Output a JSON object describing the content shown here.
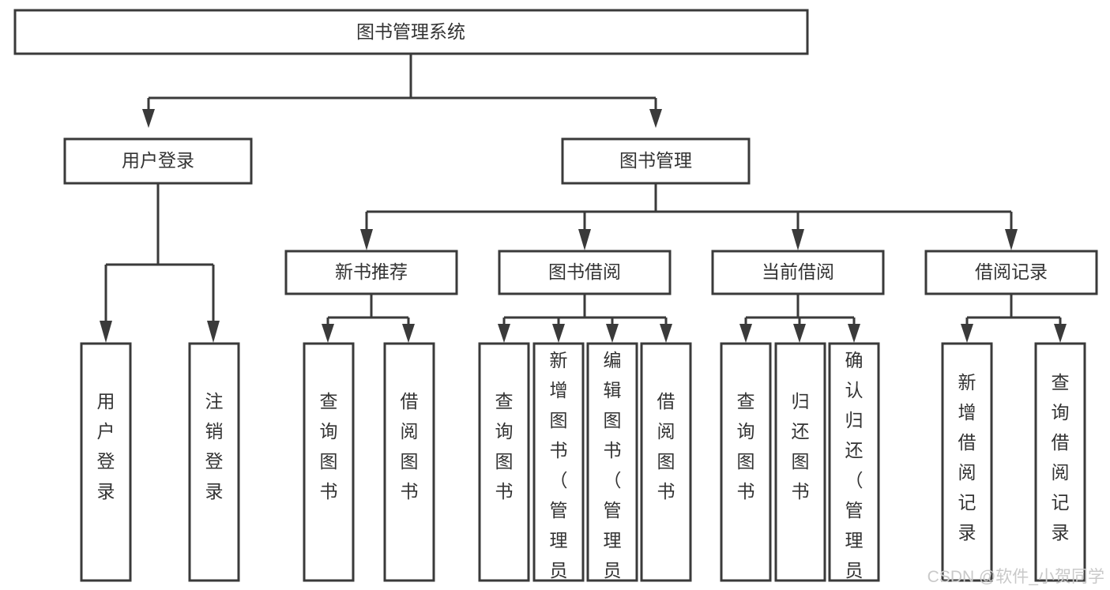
{
  "diagram": {
    "type": "tree-hierarchy",
    "title": "图书管理系统",
    "orientation": "top-down",
    "colors": {
      "box_stroke": "#3a3a3a",
      "box_fill": "#ffffff",
      "text": "#333333",
      "connector": "#3a3a3a",
      "watermark": "#c9c9c9",
      "background": "#ffffff"
    },
    "root": {
      "label": "图书管理系统"
    },
    "level2": [
      {
        "id": "user-login",
        "label": "用户登录"
      },
      {
        "id": "book-management",
        "label": "图书管理"
      }
    ],
    "level3": [
      {
        "id": "new-book-recommend",
        "label": "新书推荐",
        "parent": "book-management"
      },
      {
        "id": "book-borrow",
        "label": "图书借阅",
        "parent": "book-management"
      },
      {
        "id": "current-borrow",
        "label": "当前借阅",
        "parent": "book-management"
      },
      {
        "id": "borrow-record",
        "label": "借阅记录",
        "parent": "book-management"
      }
    ],
    "leaves": {
      "user-login": [
        {
          "id": "leaf-user-login",
          "label": "用户登录"
        },
        {
          "id": "leaf-logout-login",
          "label": "注销登录"
        }
      ],
      "new-book-recommend": [
        {
          "id": "leaf-query-book-1",
          "label": "查询图书"
        },
        {
          "id": "leaf-borrow-book-1",
          "label": "借阅图书"
        }
      ],
      "book-borrow": [
        {
          "id": "leaf-query-book-2",
          "label": "查询图书"
        },
        {
          "id": "leaf-add-book",
          "label": "新增图书（管理员）"
        },
        {
          "id": "leaf-edit-book",
          "label": "编辑图书（管理员）"
        },
        {
          "id": "leaf-borrow-book-2",
          "label": "借阅图书"
        }
      ],
      "current-borrow": [
        {
          "id": "leaf-query-book-3",
          "label": "查询图书"
        },
        {
          "id": "leaf-return-book",
          "label": "归还图书"
        },
        {
          "id": "leaf-confirm-return",
          "label": "确认归还（管理员）"
        }
      ],
      "borrow-record": [
        {
          "id": "leaf-add-record",
          "label": "新增借阅记录"
        },
        {
          "id": "leaf-query-record",
          "label": "查询借阅记录"
        }
      ]
    }
  },
  "watermark": {
    "text": "CSDN @软件_小贺同学"
  }
}
